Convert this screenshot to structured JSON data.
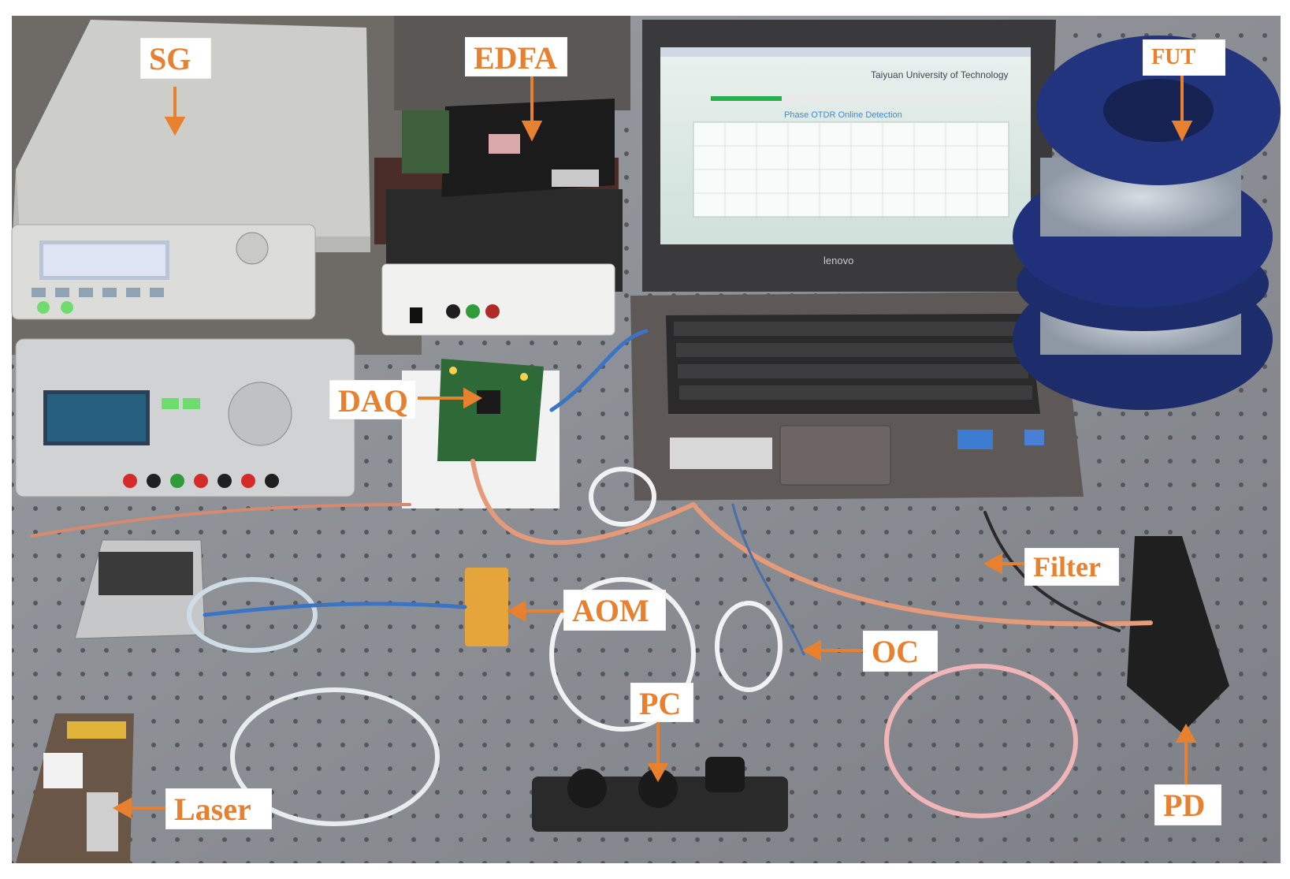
{
  "labels": {
    "sg": "SG",
    "edfa": "EDFA",
    "fut": "FUT",
    "daq": "DAQ",
    "filter": "Filter",
    "aom": "AOM",
    "oc": "OC",
    "pc": "PC",
    "laser": "Laser",
    "pd": "PD"
  },
  "laptop_screen": {
    "title": "Taiyuan University of Technology",
    "plot_title": "Phase OTDR Online Detection"
  },
  "laptop_brand": "lenovo",
  "colors": {
    "label_text": "#e8812f",
    "arrow": "#e8812f",
    "table": "#8a8d92",
    "fiber": "#e59a7a",
    "label_bg": "#ffffff"
  }
}
